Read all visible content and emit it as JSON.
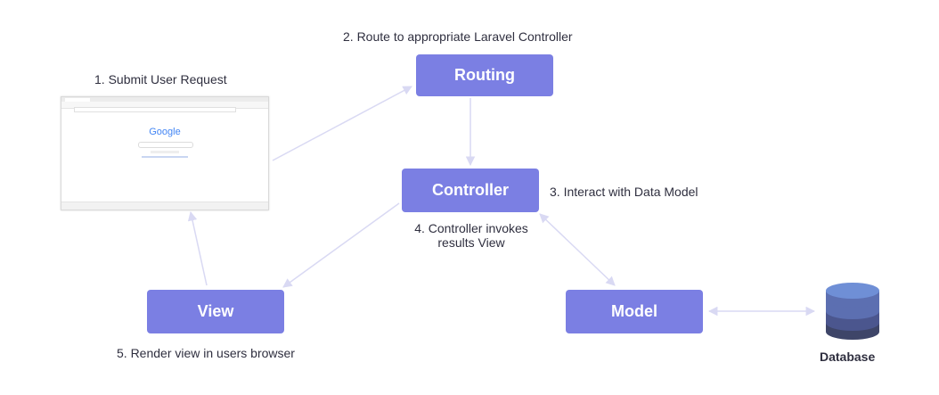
{
  "nodes": {
    "routing": "Routing",
    "controller": "Controller",
    "view": "View",
    "model": "Model",
    "database": "Database"
  },
  "steps": {
    "step1": "1. Submit User Request",
    "step2": "2. Route to appropriate Laravel Controller",
    "step3": "3. Interact with Data Model",
    "step4_line1": "4. Controller invokes",
    "step4_line2": "results View",
    "step5": "5. Render view in users browser"
  },
  "browser": {
    "logo": "Google"
  },
  "colors": {
    "box": "#7b7fe3",
    "arrow": "#d9d9f3",
    "db_top": "#6f8fd6",
    "db_mid1": "#5c6fb1",
    "db_mid2": "#4b568e",
    "db_bottom": "#3e4568"
  }
}
